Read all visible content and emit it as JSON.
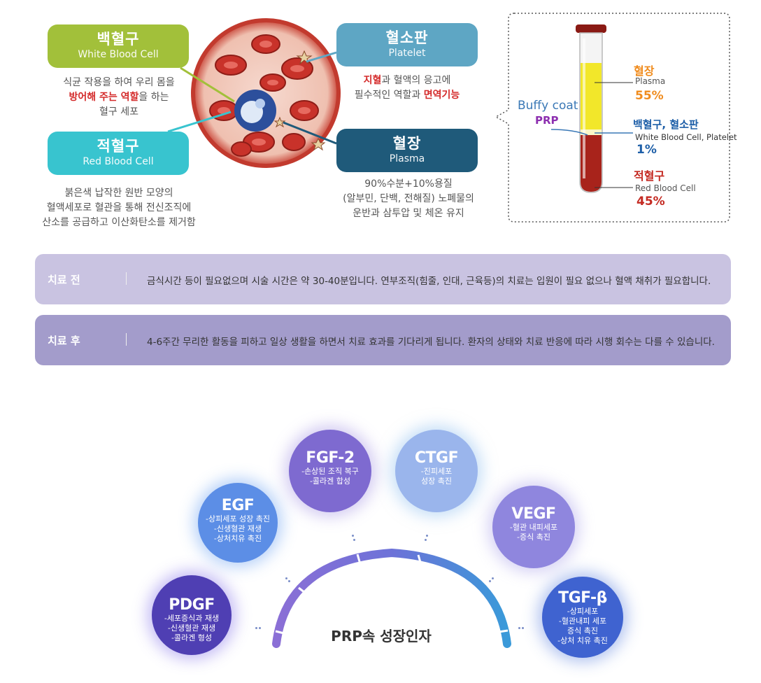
{
  "wbc": {
    "title": "백혈구",
    "subtitle": "White Blood Cell",
    "desc_line1": "식균 작용을 하여 우리 몸을",
    "desc_line2_red": "방어해 주는 역할",
    "desc_line2_rest": "을 하는",
    "desc_line3": "혈구 세포"
  },
  "rbc": {
    "title": "적혈구",
    "subtitle": "Red Blood Cell",
    "desc_line1": "붉은색 납작한 원반 모양의",
    "desc_line2": "혈액세포로 혈관을 통해 전신조직에",
    "desc_line3": "산소를 공급하고 이산화탄소를 제거함"
  },
  "platelet": {
    "title": "혈소판",
    "subtitle": "Platelet",
    "desc_line1_red": "지혈",
    "desc_line1_rest": "과 혈액의 응고에",
    "desc_line2_start": "필수적인 역할과 ",
    "desc_line2_red": "면역기능"
  },
  "plasma": {
    "title": "혈장",
    "subtitle": "Plasma",
    "desc_line1": "90%수분+10%용질",
    "desc_line2": "(알부민, 단백, 전해질) 노폐물의",
    "desc_line3": "운반과 삼투압 및 체온 유지"
  },
  "tube": {
    "buffy": "Buffy coat",
    "prp": "PRP",
    "plasma_ko": "혈장",
    "plasma_en": "Plasma",
    "plasma_pct": "55%",
    "wbc_ko": "백혈구, 혈소판",
    "wbc_en": "White Blood Cell, Platelet",
    "wbc_pct": "1%",
    "rbc_ko": "적혈구",
    "rbc_en": "Red Blood Cell",
    "rbc_pct": "45%"
  },
  "before": {
    "label": "치료 전",
    "text": "금식시간 등이 필요없으며 시술 시간은 약 30-40분입니다. 연부조직(힘줄, 인대, 근육등)의 치료는 입원이 필요 없으나 혈액 채취가 필요합니다."
  },
  "after": {
    "label": "치료 후",
    "text": "4-6주간 무리한 활동을 피하고 일상 생활을 하면서 치료 효과를 기다리게 됩니다. 환자의 상태와 치료 반응에 따라 시행 회수는 다를 수 있습니다."
  },
  "factors": {
    "center": "PRP속 성장인자",
    "pdgf": {
      "name": "PDGF",
      "l1": "-세포증식과 재생",
      "l2": "-신생혈관 재생",
      "l3": "-콜라겐 형성"
    },
    "egf": {
      "name": "EGF",
      "l1": "-상피세포 성장 촉진",
      "l2": "-신생혈관 재생",
      "l3": "-상처치유 촉진"
    },
    "fgf": {
      "name": "FGF-2",
      "l1": "-손상된 조직 복구",
      "l2": "-콜라겐 합성"
    },
    "ctgf": {
      "name": "CTGF",
      "l1": "-진피세포",
      "l2": "성장 촉진"
    },
    "vegf": {
      "name": "VEGF",
      "l1": "-혈관 내피세포",
      "l2": "-증식 촉진"
    },
    "tgf": {
      "name": "TGF-β",
      "l1": "-상피세포",
      "l2": "-혈관내피 세포",
      "l3": "증식 촉진",
      "l4": "-상처 치유 촉진"
    }
  },
  "colors": {
    "wbc": "#a2c03a",
    "rbc": "#38c4cf",
    "platelet": "#5ea6c4",
    "plasma": "#1f5a7a",
    "bar_before": "#c9c3e1",
    "bar_after": "#a39ccb"
  }
}
